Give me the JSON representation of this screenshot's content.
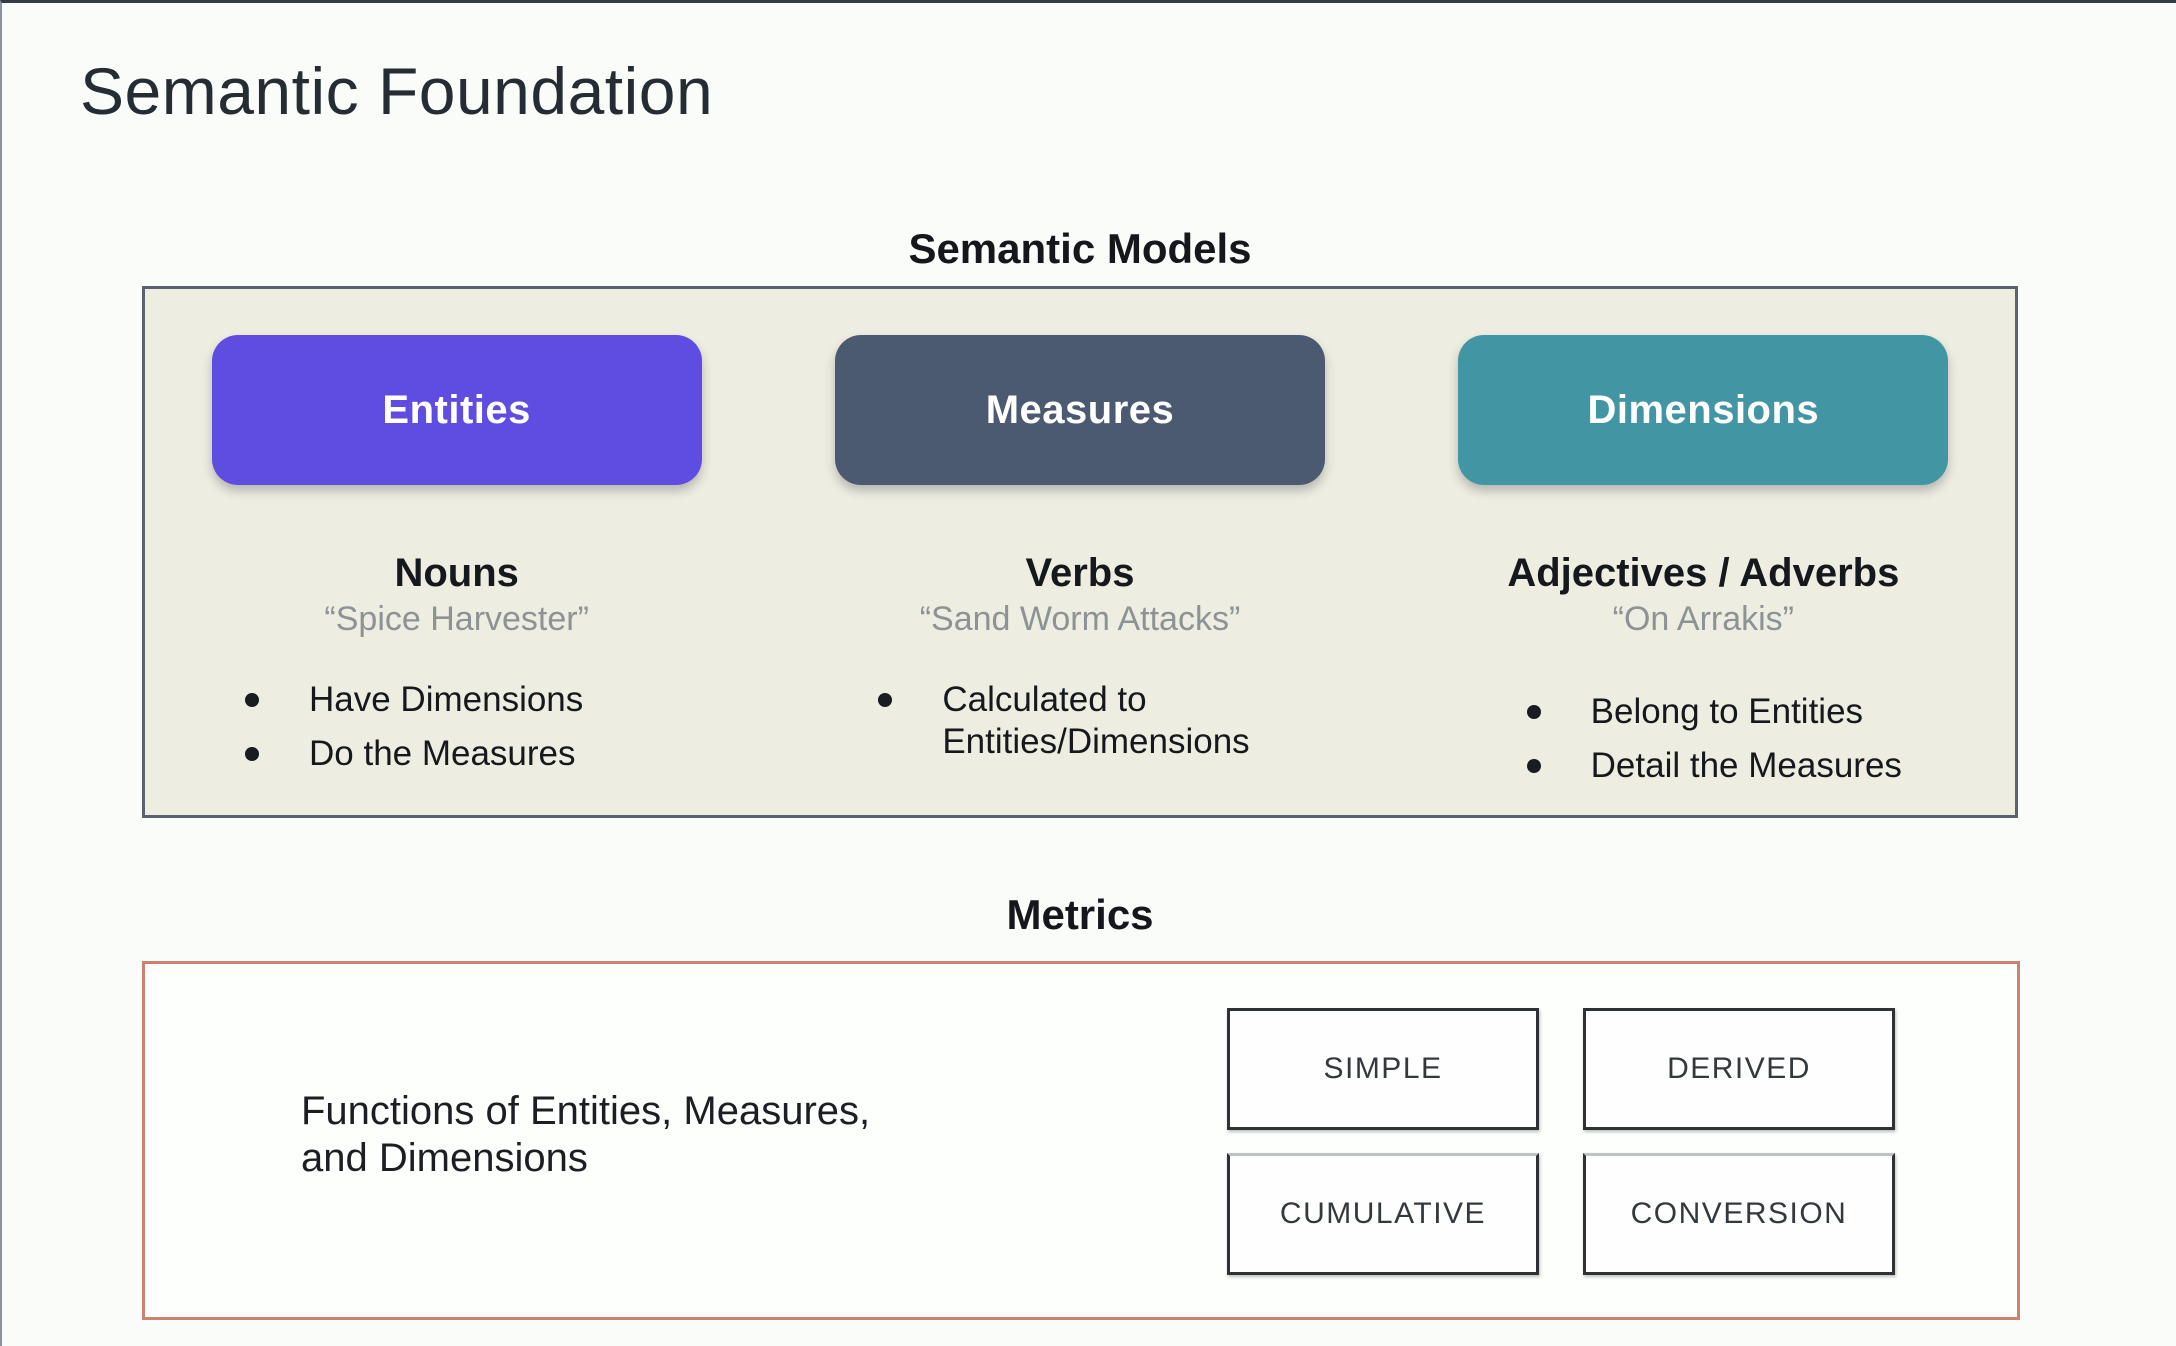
{
  "slide": {
    "title": "Semantic Foundation"
  },
  "semantic_models": {
    "label": "Semantic Models",
    "columns": [
      {
        "button": "Entities",
        "heading": "Nouns",
        "quote": "“Spice Harvester”",
        "bullets": [
          "Have Dimensions",
          "Do the Measures"
        ]
      },
      {
        "button": "Measures",
        "heading": "Verbs",
        "quote": "“Sand Worm Attacks”",
        "bullets": [
          "Calculated to Entities/Dimensions"
        ]
      },
      {
        "button": "Dimensions",
        "heading": "Adjectives / Adverbs",
        "quote": "“On Arrakis”",
        "bullets": [
          "Belong to Entities",
          "Detail the Measures"
        ]
      }
    ]
  },
  "metrics": {
    "label": "Metrics",
    "description_lines": [
      "Functions of Entities, Measures,",
      "and Dimensions"
    ],
    "types": [
      "SIMPLE",
      "DERIVED",
      "CUMULATIVE",
      "CONVERSION"
    ]
  },
  "colors": {
    "entities_button": "#5e4de0",
    "measures_button": "#4b5971",
    "dimensions_button": "#4295a3",
    "models_panel_bg": "#eeede1",
    "models_panel_border": "#59626e",
    "metrics_panel_border": "#cd8270"
  }
}
